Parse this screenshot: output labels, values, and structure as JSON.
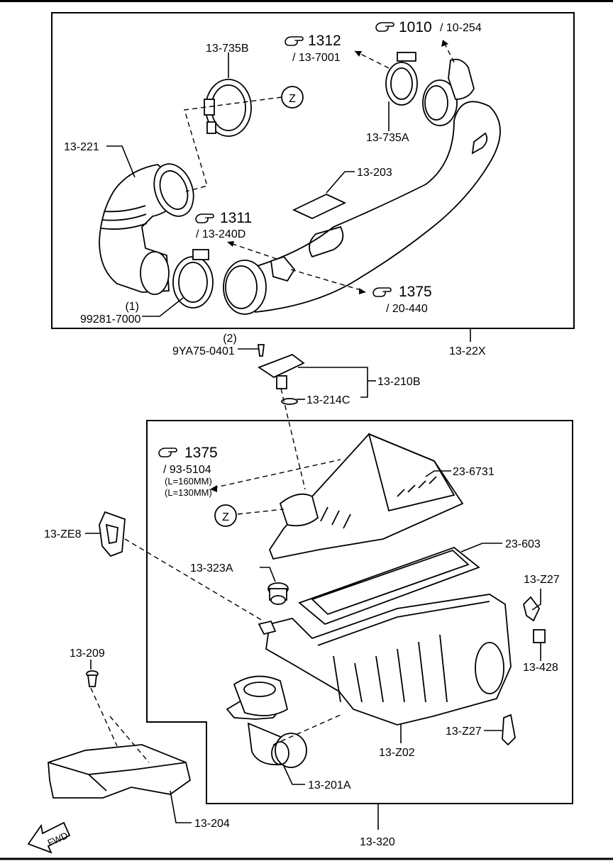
{
  "labels": {
    "p_13_735B": "13-735B",
    "p_13_221": "13-221",
    "p_13_735A": "13-735A",
    "p_13_203": "13-203",
    "p_99281_7000": "99281-7000",
    "p_99281_qty": "(1)",
    "p_13_22X": "13-22X",
    "p_9YA75_0401": "9YA75-0401",
    "p_9YA75_qty": "(2)",
    "p_13_210B": "13-210B",
    "p_13_214C": "13-214C",
    "p_23_6731": "23-6731",
    "p_23_603": "23-603",
    "p_13_ZE8": "13-ZE8",
    "p_13_323A": "13-323A",
    "p_13_Z27_a": "13-Z27",
    "p_13_428": "13-428",
    "p_13_209": "13-209",
    "p_13_Z27_b": "13-Z27",
    "p_13_Z02": "13-Z02",
    "p_13_201A": "13-201A",
    "p_13_204": "13-204",
    "p_13_320": "13-320"
  },
  "refs": {
    "r1010": {
      "num": "1010",
      "sub": "/ 10-254"
    },
    "r1312": {
      "num": "1312",
      "sub": "/ 13-7001"
    },
    "r1311": {
      "num": "1311",
      "sub": "/ 13-240D"
    },
    "r1375a": {
      "num": "1375",
      "sub": "/ 20-440"
    },
    "r1375b": {
      "num": "1375",
      "sub": "/ 93-5104",
      "note1": "(L=160MM)",
      "note2": "(L=130MM)"
    }
  },
  "markers": {
    "z1": "Z",
    "z2": "Z"
  },
  "fwd": "FWD"
}
